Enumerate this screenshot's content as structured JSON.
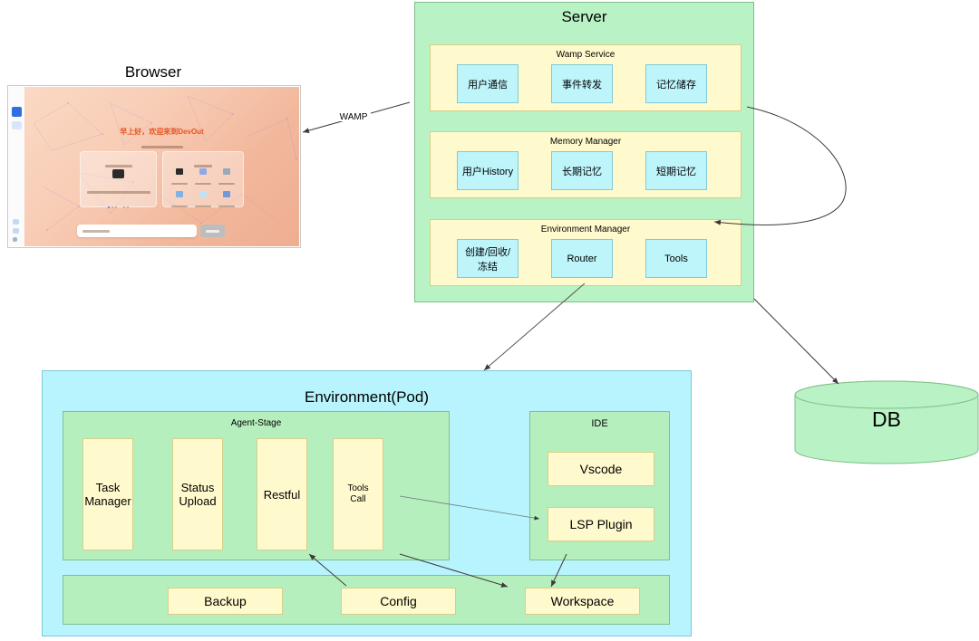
{
  "diagram": {
    "title_browser": "Browser",
    "edges": [
      {
        "label": "WAMP",
        "from": "browser",
        "to": "server"
      }
    ]
  },
  "browser": {
    "label": "Browser",
    "page": {
      "headline": "早上好，欢迎来到DevOut",
      "subtitle": "",
      "card_left": {
        "title": "",
        "body": "",
        "dots": 5,
        "active_dot": 1
      },
      "card_right": {
        "title": "",
        "tools": [
          {
            "label": "",
            "color": "#2b2b2b"
          },
          {
            "label": "",
            "color": "#8fa9e8"
          },
          {
            "label": "",
            "color": "#9aa8bb"
          },
          {
            "label": "",
            "color": "#7fb2e5"
          },
          {
            "label": "",
            "color": "#bfe3f5"
          },
          {
            "label": "",
            "color": "#6f9ad8"
          }
        ]
      },
      "search": {
        "placeholder": "",
        "button": ""
      }
    }
  },
  "server": {
    "title": "Server",
    "groups": [
      {
        "name": "Wamp Service",
        "items": [
          {
            "label": "用户通信"
          },
          {
            "label": "事件转发"
          },
          {
            "label": "记忆储存"
          }
        ]
      },
      {
        "name": "Memory Manager",
        "items": [
          {
            "label": "用户History"
          },
          {
            "label": "长期记忆"
          },
          {
            "label": "短期记忆"
          }
        ]
      },
      {
        "name": "Environment Manager",
        "items": [
          {
            "label": "创建/回收/冻结"
          },
          {
            "label": "Router"
          },
          {
            "label": "Tools"
          }
        ]
      }
    ]
  },
  "database": {
    "label": "DB"
  },
  "pod": {
    "title": "Environment(Pod)",
    "agent_stage": {
      "name": "Agent-Stage",
      "items": [
        {
          "label": "Task\nManager"
        },
        {
          "label": "Status\nUpload"
        },
        {
          "label": "Restful"
        },
        {
          "label": "Tools\nCall"
        }
      ]
    },
    "ide": {
      "name": "IDE",
      "items": [
        {
          "label": "Vscode"
        },
        {
          "label": "LSP Plugin"
        }
      ]
    },
    "storage": {
      "items": [
        {
          "label": "Backup"
        },
        {
          "label": "Config"
        },
        {
          "label": "Workspace"
        }
      ]
    }
  },
  "colors": {
    "server_fill": "#B9F2C4",
    "group_fill": "#FFFACD",
    "item_fill": "#BEF5FB",
    "pod_fill": "#B8F4FD",
    "stage_fill": "#B6EFBE",
    "db_fill": "#B9F2C4",
    "stroke": "#8a8a8a"
  }
}
